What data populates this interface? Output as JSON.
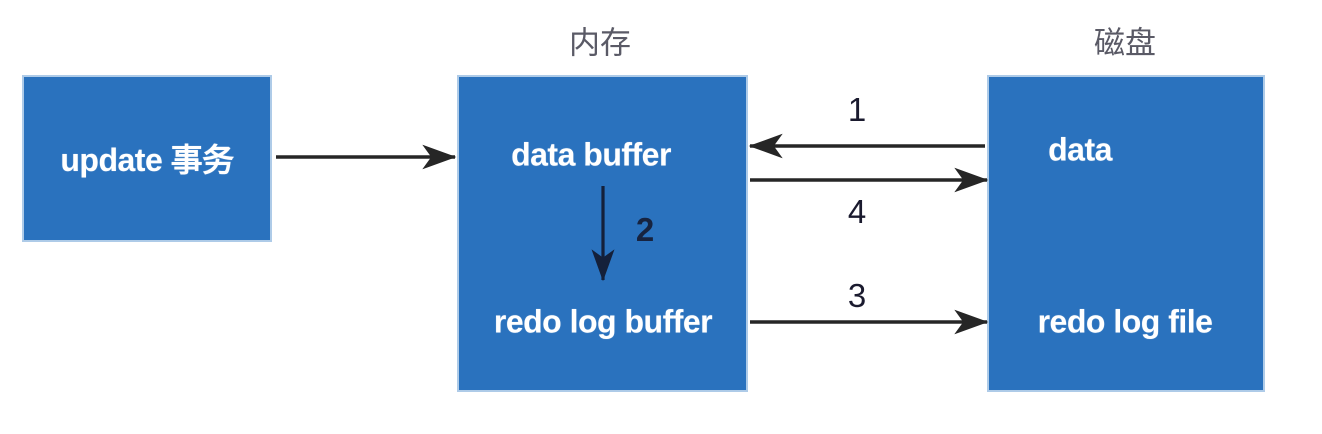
{
  "diagram": {
    "title_memory": "内存",
    "title_disk": "磁盘",
    "accent_color": "#2a72be",
    "border_color": "#aecbe8",
    "background_color": "#ffffff",
    "arrow_color": "#262626",
    "arrow_color_internal": "#14203a"
  },
  "blocks": [
    {
      "id": "update-transaction",
      "label": "update 事务"
    },
    {
      "id": "data-buffer",
      "label": "data buffer"
    },
    {
      "id": "redo-log-buffer",
      "label": "redo log buffer"
    },
    {
      "id": "data",
      "label": "data"
    },
    {
      "id": "redo-log-file",
      "label": "redo log file"
    }
  ],
  "steps": [
    {
      "id": "step-1",
      "label": "1",
      "from": "data",
      "to": "data-buffer",
      "direction": "left"
    },
    {
      "id": "step-2",
      "label": "2",
      "from": "data-buffer",
      "to": "redo-log-buffer",
      "direction": "down"
    },
    {
      "id": "step-3",
      "label": "3",
      "from": "redo-log-buffer",
      "to": "redo-log-file",
      "direction": "right"
    },
    {
      "id": "step-4",
      "label": "4",
      "from": "data-buffer",
      "to": "data",
      "direction": "right"
    }
  ],
  "flows": [
    {
      "id": "flow-update",
      "from": "update-transaction",
      "to": "data-buffer",
      "label": ""
    }
  ]
}
